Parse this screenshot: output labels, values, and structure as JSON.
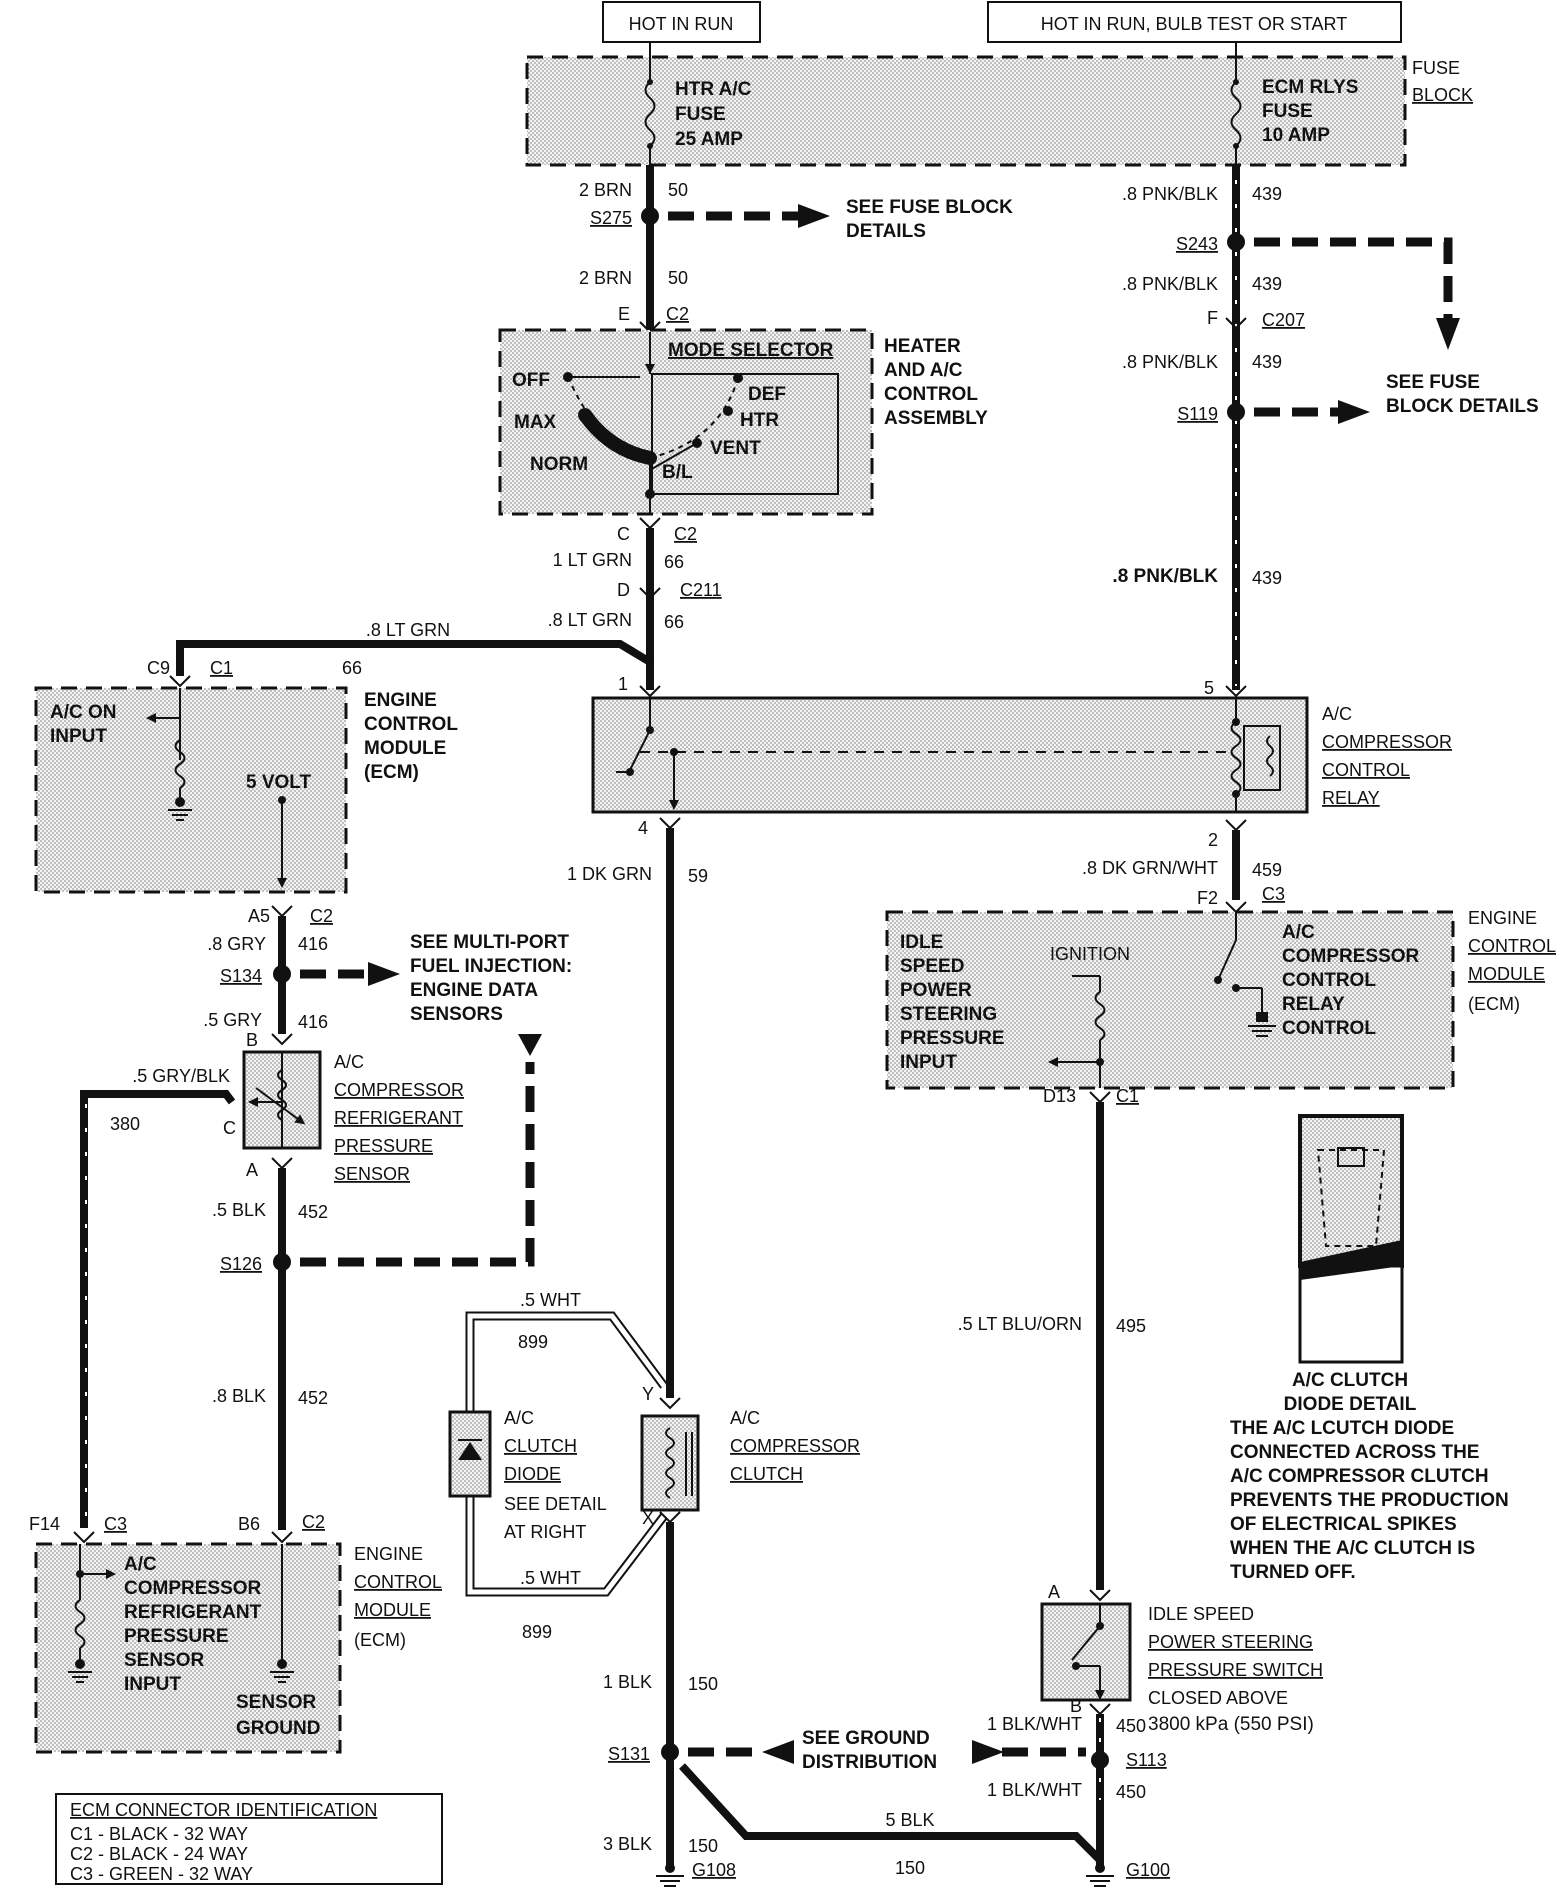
{
  "header": {
    "hot_in_run": "HOT IN RUN",
    "hot_in_run_bulb": "HOT IN RUN, BULB TEST OR START"
  },
  "fuse_block": {
    "label_1": "FUSE",
    "label_2": "BLOCK",
    "htr_fuse": [
      "HTR A/C",
      "FUSE",
      "25 AMP"
    ],
    "ecm_fuse": [
      "ECM RLYS",
      "FUSE",
      "10 AMP"
    ],
    "see_details": [
      "SEE FUSE BLOCK",
      "DETAILS"
    ],
    "see_details_2": [
      "SEE FUSE",
      "BLOCK DETAILS"
    ]
  },
  "wires_left": {
    "w1_gauge": "2 BRN",
    "w1_num": "50",
    "s275": "S275",
    "w2_gauge": "2 BRN",
    "w2_num": "50",
    "c2_e_pin": "E",
    "c2_e": "C2",
    "c2_c_pin": "C",
    "c2_c": "C2",
    "w3_gauge": "1 LT GRN",
    "w3_num": "66",
    "c211_pin": "D",
    "c211": "C211",
    "w4_gauge": ".8 LT GRN",
    "w4_num": "66",
    "w5_gauge": ".8 LT GRN",
    "w5_num": "66",
    "c9_pin": "C9",
    "c1": "C1",
    "pin1": "1",
    "pin4": "4",
    "w6_gauge": "1 DK GRN",
    "w6_num": "59"
  },
  "mode_selector": {
    "title": "MODE SELECTOR",
    "off": "OFF",
    "def": "DEF",
    "max": "MAX",
    "htr": "HTR",
    "vent": "VENT",
    "norm": "NORM",
    "bl": "B/L",
    "assembly": [
      "HEATER",
      "AND A/C",
      "CONTROL",
      "ASSEMBLY"
    ]
  },
  "wires_right": {
    "w1_gauge": ".8 PNK/BLK",
    "w1_num": "439",
    "s243": "S243",
    "w2_gauge": ".8 PNK/BLK",
    "w2_num": "439",
    "c207_pin": "F",
    "c207": "C207",
    "w3_gauge": ".8 PNK/BLK",
    "w3_num": "439",
    "s119": "S119",
    "w4_gauge": ".8 PNK/BLK",
    "w4_num": "439",
    "pin5": "5",
    "pin2": "2",
    "w5_gauge": ".8 DK GRN/WHT",
    "w5_num": "459",
    "f2_pin": "F2",
    "c3": "C3"
  },
  "relay": {
    "label": [
      "A/C",
      "COMPRESSOR",
      "CONTROL",
      "RELAY"
    ]
  },
  "ecm_top": {
    "ac_on": [
      "A/C ON",
      "INPUT"
    ],
    "five_volt": "5 VOLT",
    "title": [
      "ENGINE",
      "CONTROL",
      "MODULE",
      "(ECM)"
    ]
  },
  "ecm_right": {
    "idle": [
      "IDLE",
      "SPEED",
      "POWER",
      "STEERING",
      "PRESSURE",
      "INPUT"
    ],
    "ignition": "IGNITION",
    "relay_control": [
      "A/C",
      "COMPRESSOR",
      "CONTROL",
      "RELAY",
      "CONTROL"
    ],
    "title": [
      "ENGINE",
      "CONTROL",
      "MODULE",
      "(ECM)"
    ],
    "d13_pin": "D13",
    "c1": "C1"
  },
  "sensor_circuit": {
    "a5_pin": "A5",
    "c2": "C2",
    "w1_gauge": ".8 GRY",
    "w1_num": "416",
    "s134": "S134",
    "see_mpfi": [
      "SEE MULTI-PORT",
      "FUEL INJECTION:",
      "ENGINE DATA",
      "SENSORS"
    ],
    "w2_gauge": ".5 GRY",
    "w2_num": "416",
    "pin_b": "B",
    "pin_c": "C",
    "pin_a": "A",
    "w3_gauge": ".5 GRY/BLK",
    "w3_num": "380",
    "sensor_label": [
      "A/C",
      "COMPRESSOR",
      "REFRIGERANT",
      "PRESSURE",
      "SENSOR"
    ],
    "w4_gauge": ".5 BLK",
    "w4_num": "452",
    "s126": "S126",
    "w5_gauge": ".8 BLK",
    "w5_num": "452"
  },
  "ecm_bottom": {
    "f14_pin": "F14",
    "c3": "C3",
    "b6_pin": "B6",
    "c2": "C2",
    "sensor_input": [
      "A/C",
      "COMPRESSOR",
      "REFRIGERANT",
      "PRESSURE",
      "SENSOR",
      "INPUT"
    ],
    "sensor_ground": [
      "SENSOR",
      "GROUND"
    ],
    "title": [
      "ENGINE",
      "CONTROL",
      "MODULE",
      "(ECM)"
    ]
  },
  "clutch": {
    "w_top_gauge": ".5 WHT",
    "w_top_num": "899",
    "diode_label": [
      "A/C",
      "CLUTCH",
      "DIODE"
    ],
    "see_detail": [
      "SEE DETAIL",
      "AT RIGHT"
    ],
    "w_bot_gauge": ".5 WHT",
    "w_bot_num": "899",
    "pin_y": "Y",
    "pin_x": "X",
    "clutch_label": [
      "A/C",
      "COMPRESSOR",
      "CLUTCH"
    ]
  },
  "ground": {
    "w1_gauge": "1 BLK",
    "w1_num": "150",
    "s131": "S131",
    "see_ground": [
      "SEE GROUND",
      "DISTRIBUTION"
    ],
    "w2_gauge": "3 BLK",
    "w2_num": "150",
    "g108": "G108",
    "w3_gauge": "5 BLK",
    "w3_num": "150",
    "g100": "G100",
    "w4_gauge": "1 BLK/WHT",
    "w4_num": "450",
    "s113": "S113",
    "w5_gauge": "1 BLK/WHT",
    "w5_num": "450"
  },
  "ps_switch": {
    "w1_gauge": ".5 LT BLU/ORN",
    "w1_num": "495",
    "pin_a": "A",
    "pin_b": "B",
    "label": [
      "IDLE SPEED",
      "POWER STEERING",
      "PRESSURE SWITCH"
    ],
    "closed": [
      "CLOSED ABOVE",
      "3800 kPa (550 PSI)"
    ]
  },
  "diode_detail": {
    "title": [
      "A/C CLUTCH",
      "DIODE DETAIL"
    ],
    "text": [
      "THE A/C LCUTCH DIODE",
      "CONNECTED ACROSS THE",
      "A/C COMPRESSOR CLUTCH",
      "PREVENTS THE PRODUCTION",
      "OF ELECTRICAL SPIKES",
      "WHEN THE A/C CLUTCH IS",
      "TURNED OFF."
    ]
  },
  "legend": {
    "title": "ECM CONNECTOR IDENTIFICATION",
    "rows": [
      "C1 - BLACK - 32 WAY",
      "C2 - BLACK - 24 WAY",
      "C3 - GREEN - 32 WAY"
    ]
  }
}
